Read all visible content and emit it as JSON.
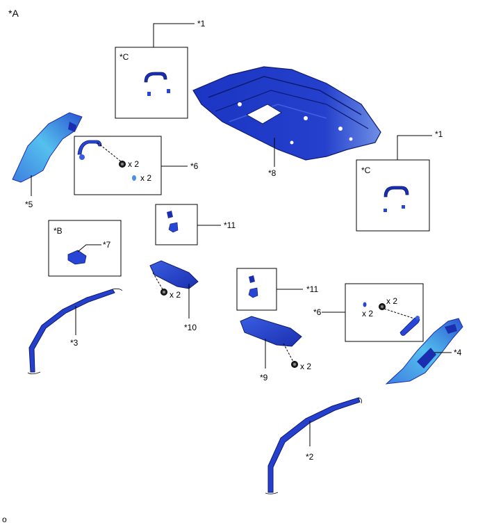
{
  "diagram": {
    "view_label": "*A",
    "footer_code": "o",
    "labels": {
      "l1_top": "*1",
      "l1_right": "*1",
      "c_top": "*C",
      "c_right": "*C",
      "b": "*B",
      "l2": "*2",
      "l3": "*3",
      "l4": "*4",
      "l5": "*5",
      "l6_left": "*6",
      "l6_right": "*6",
      "l7": "*7",
      "l8": "*8",
      "l9": "*9",
      "l10": "*10",
      "l11_left": "*11",
      "l11_right": "*11"
    },
    "qty": {
      "q6a": "x 2",
      "q6b": "x 2",
      "q6c": "x 2",
      "q6d": "x 2",
      "q10": "x 2",
      "q9": "x 2"
    },
    "colors": {
      "part_dark": "#1a2fb0",
      "part_mid": "#2746d6",
      "part_light": "#4d8fe6",
      "part_edge": "#0d1a70"
    }
  }
}
